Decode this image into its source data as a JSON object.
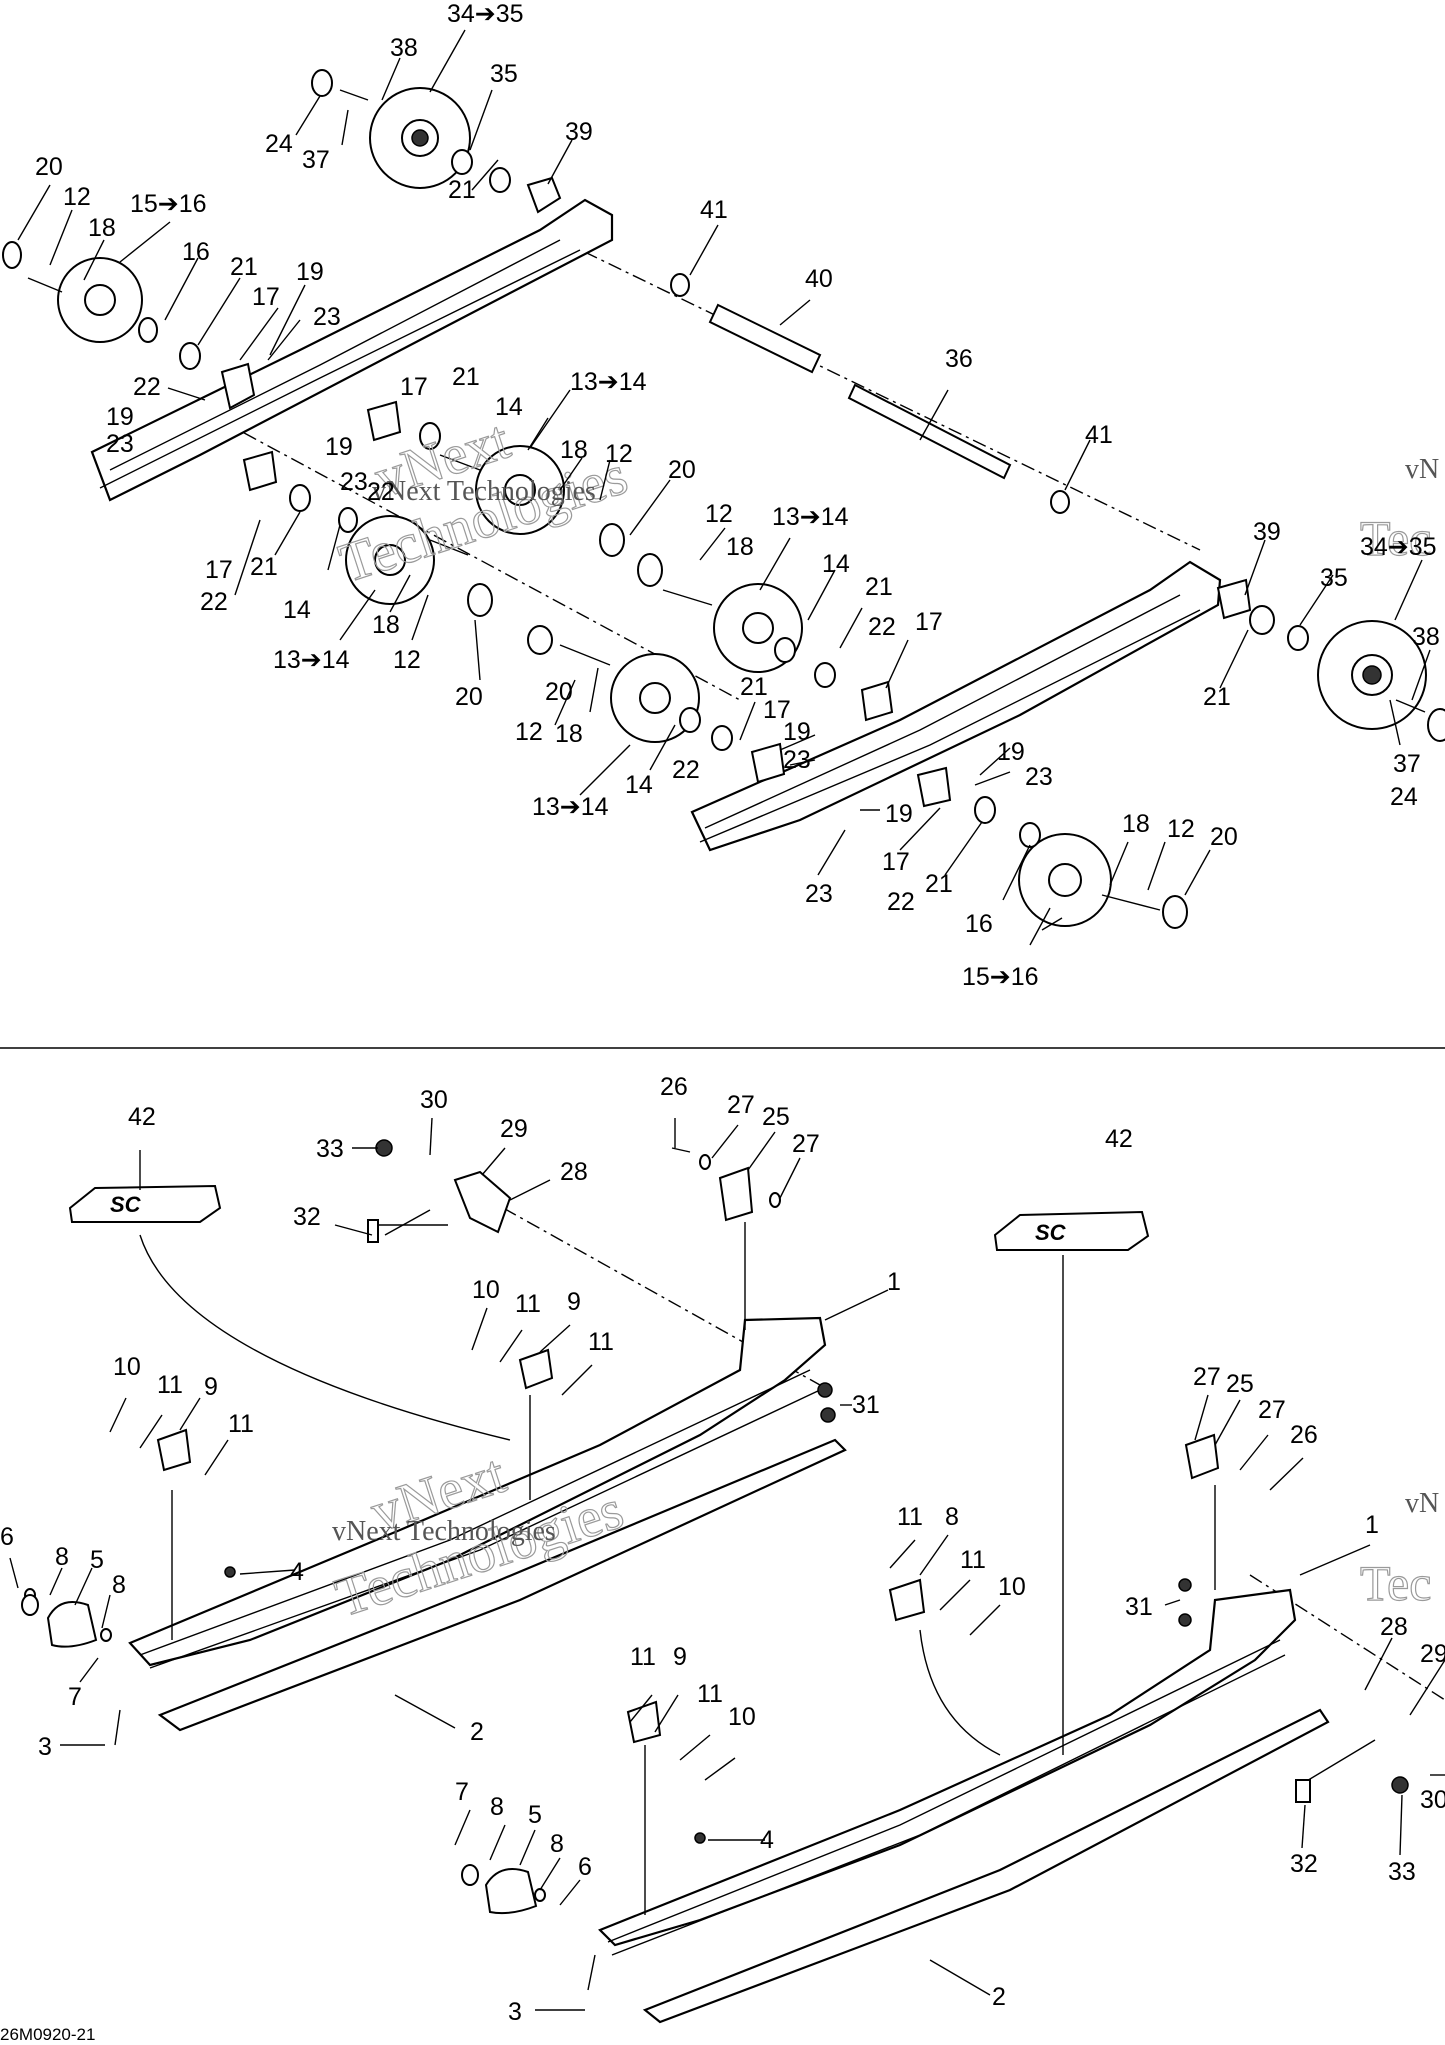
{
  "diagram": {
    "reference_code": "26M0920-21",
    "watermarks": {
      "line1": "vNext",
      "line2": "Technologies",
      "inline": "vNext Technologies",
      "edge_v": "vN",
      "edge_t": "Tec"
    },
    "top_callouts": {
      "c34to35": "34➔35",
      "c38": "38",
      "c35": "35",
      "c24": "24",
      "c37": "37",
      "c39": "39",
      "c20": "20",
      "c12": "12",
      "c15to16": "15➔16",
      "c18": "18",
      "c16": "16",
      "c21a": "21",
      "c19": "19",
      "c17": "17",
      "c23": "23",
      "c22": "22",
      "c41": "41",
      "c40": "40",
      "c36": "36",
      "c13to14": "13➔14",
      "c14": "14"
    },
    "bottom_callouts": {
      "c42": "42",
      "c30": "30",
      "c33": "33",
      "c29": "29",
      "c28": "28",
      "c32": "32",
      "c26": "26",
      "c27": "27",
      "c25": "25",
      "c1": "1",
      "c10": "10",
      "c11": "11",
      "c9": "9",
      "c31": "31",
      "c6": "6",
      "c8": "8",
      "c5": "5",
      "c4": "4",
      "c7": "7",
      "c3": "3",
      "c2": "2"
    }
  }
}
